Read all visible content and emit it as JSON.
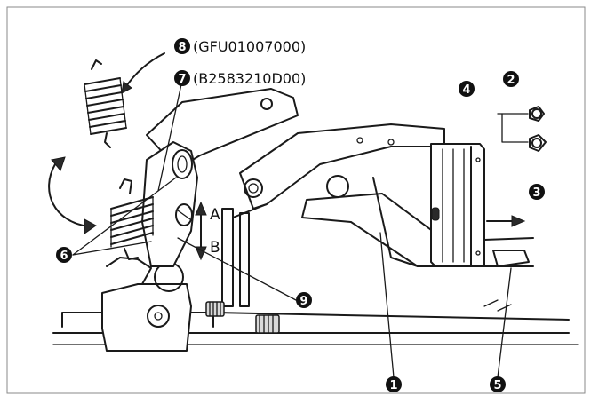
{
  "figure": {
    "part_numbers": {
      "item_8": "(GFU01007000)",
      "item_7": "(B2583210D00)"
    },
    "direction_labels": {
      "up": "A",
      "down": "B"
    },
    "callouts": {
      "n1": "1",
      "n2": "2",
      "n3": "3",
      "n4": "4",
      "n5": "5",
      "n6": "6",
      "n7": "7",
      "n8": "8",
      "n9": "9"
    },
    "colors": {
      "ink": "#1a1a1a",
      "background": "#ffffff"
    }
  }
}
